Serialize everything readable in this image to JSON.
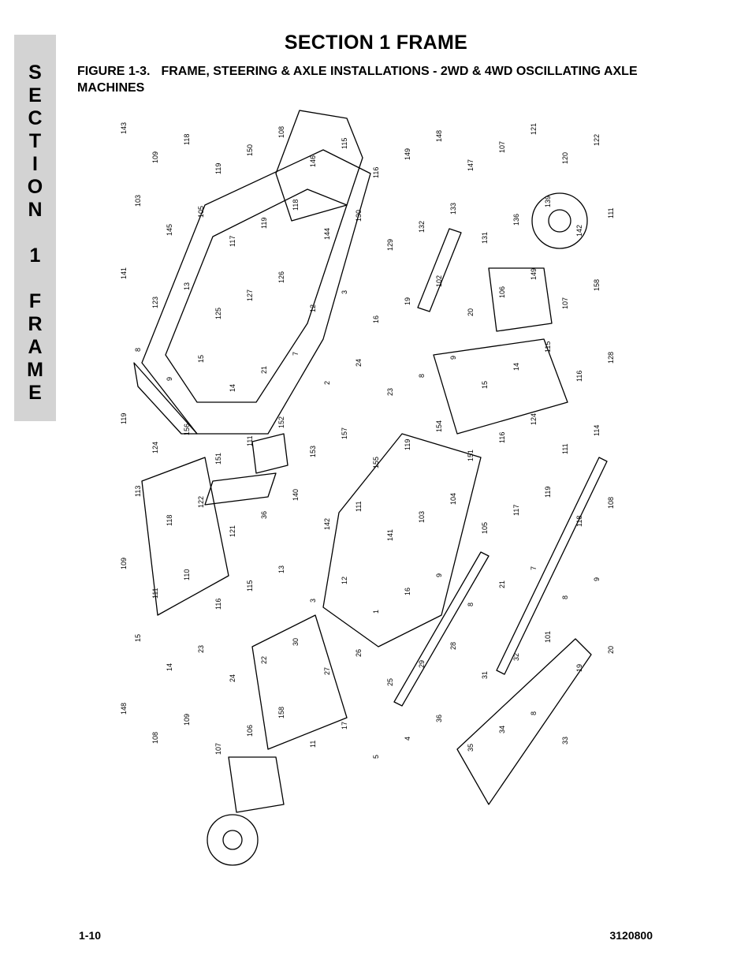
{
  "section": {
    "title": "SECTION 1  FRAME",
    "side_tab": [
      "S",
      "E",
      "C",
      "T",
      "I",
      "O",
      "N",
      "",
      "1",
      "",
      "F",
      "R",
      "A",
      "M",
      "E"
    ]
  },
  "figure": {
    "number": "FIGURE 1-3.",
    "title": "FRAME, STEERING & AXLE INSTALLATIONS - 2WD & 4WD OSCILLATING AXLE MACHINES",
    "callouts": [
      "143",
      "109",
      "118",
      "119",
      "150",
      "108",
      "146",
      "115",
      "116",
      "149",
      "148",
      "147",
      "107",
      "121",
      "120",
      "122",
      "103",
      "145",
      "105",
      "117",
      "119",
      "118",
      "144",
      "130",
      "129",
      "132",
      "133",
      "131",
      "136",
      "139",
      "142",
      "111",
      "141",
      "123",
      "13",
      "125",
      "127",
      "126",
      "12",
      "3",
      "16",
      "19",
      "102",
      "20",
      "106",
      "149",
      "107",
      "158",
      "8",
      "9",
      "15",
      "14",
      "21",
      "7",
      "2",
      "24",
      "23",
      "8",
      "9",
      "15",
      "14",
      "115",
      "116",
      "128",
      "119",
      "124",
      "156",
      "151",
      "111",
      "152",
      "153",
      "157",
      "155",
      "119",
      "154",
      "151",
      "116",
      "124",
      "111",
      "114",
      "113",
      "118",
      "122",
      "121",
      "36",
      "140",
      "142",
      "111",
      "141",
      "103",
      "104",
      "105",
      "117",
      "119",
      "118",
      "108",
      "109",
      "111",
      "110",
      "116",
      "115",
      "13",
      "3",
      "12",
      "1",
      "16",
      "9",
      "8",
      "21",
      "7",
      "8",
      "9",
      "15",
      "14",
      "23",
      "24",
      "22",
      "30",
      "27",
      "26",
      "25",
      "29",
      "28",
      "31",
      "32",
      "101",
      "19",
      "20",
      "148",
      "108",
      "109",
      "107",
      "106",
      "158",
      "11",
      "17",
      "5",
      "4",
      "36",
      "35",
      "34",
      "8",
      "33"
    ]
  },
  "footer": {
    "page": "1-10",
    "doc_number": "3120800"
  }
}
